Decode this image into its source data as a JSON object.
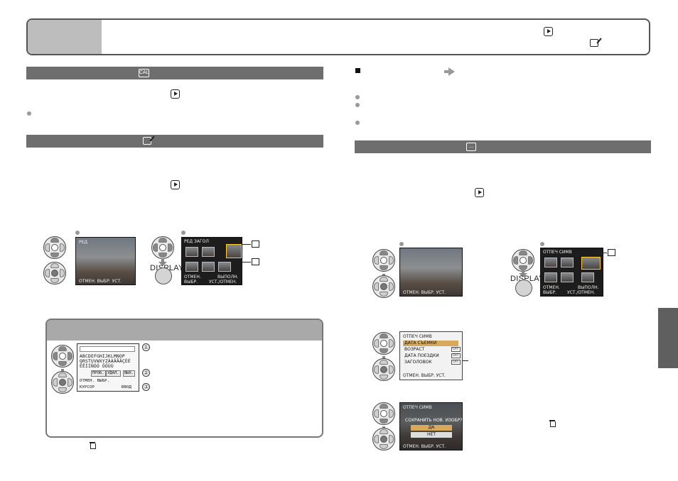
{
  "page": {
    "display_label": "DISPLAY",
    "sections": {
      "calendar_icon_text": "CAL",
      "text_icon_text": "..."
    }
  },
  "screens": {
    "play1_top_left": "РЕД",
    "play1_bottom": "ОТМЕН. ВЫБР. УСТ.",
    "thumb1_title": "РЕД ЗАГОЛ",
    "thumb1_cancel": "ОТМЕН.",
    "thumb1_select": "ВЫБР.",
    "thumb1_exec": "ВЫПОЛН.",
    "thumb1_set": "УСТ./ОТМЕН.",
    "play2_bottom": "ОТМЕН. ВЫБР. УСТ.",
    "thumb2_title": "ОТПЕЧ СИМВ",
    "thumb2_cancel": "ОТМЕН.",
    "thumb2_select": "ВЫБР.",
    "thumb2_exec": "ВЫПОЛН.",
    "thumb2_set": "УСТ./ОТМЕН.",
    "menu_title": "ОТПЕЧ СИМВ",
    "menu_items": [
      "ДАТА СЪЕМКИ",
      "ВОЗРАСТ",
      "ДАТА ПОЕЗДКИ",
      "ЗАГОЛОВОК"
    ],
    "menu_badges": [
      "OFF",
      "OFF",
      "OFF"
    ],
    "menu_footer": "ОТМЕН. ВЫБР. УСТ.",
    "confirm_title": "ОТПЕЧ СИМВ",
    "confirm_question": "СОХРАНИТЬ НОВ. ИЗОБР?",
    "confirm_yes": "ДА",
    "confirm_no": "НЕТ",
    "confirm_footer": "ОТМЕН. ВЫБР. УСТ."
  },
  "keyboard": {
    "row1": "ABCDEFGHIJKLMNOP",
    "row2": "QRSTUVWXYZÀÁÂÃÄÇÈÉ",
    "row3": "ÊËÌÍÑÒÓ ÕÖÙÚ",
    "btn_space": "ПРОБ.",
    "btn_delete": "УДАЛ.",
    "btn_exit": "ВЫХ.",
    "footer1": "ОТМЕН.  ВЫБР.",
    "footer2": "КУРСОР",
    "footer2_right": "ВВОД",
    "callouts": [
      "①",
      "②",
      "③"
    ]
  }
}
